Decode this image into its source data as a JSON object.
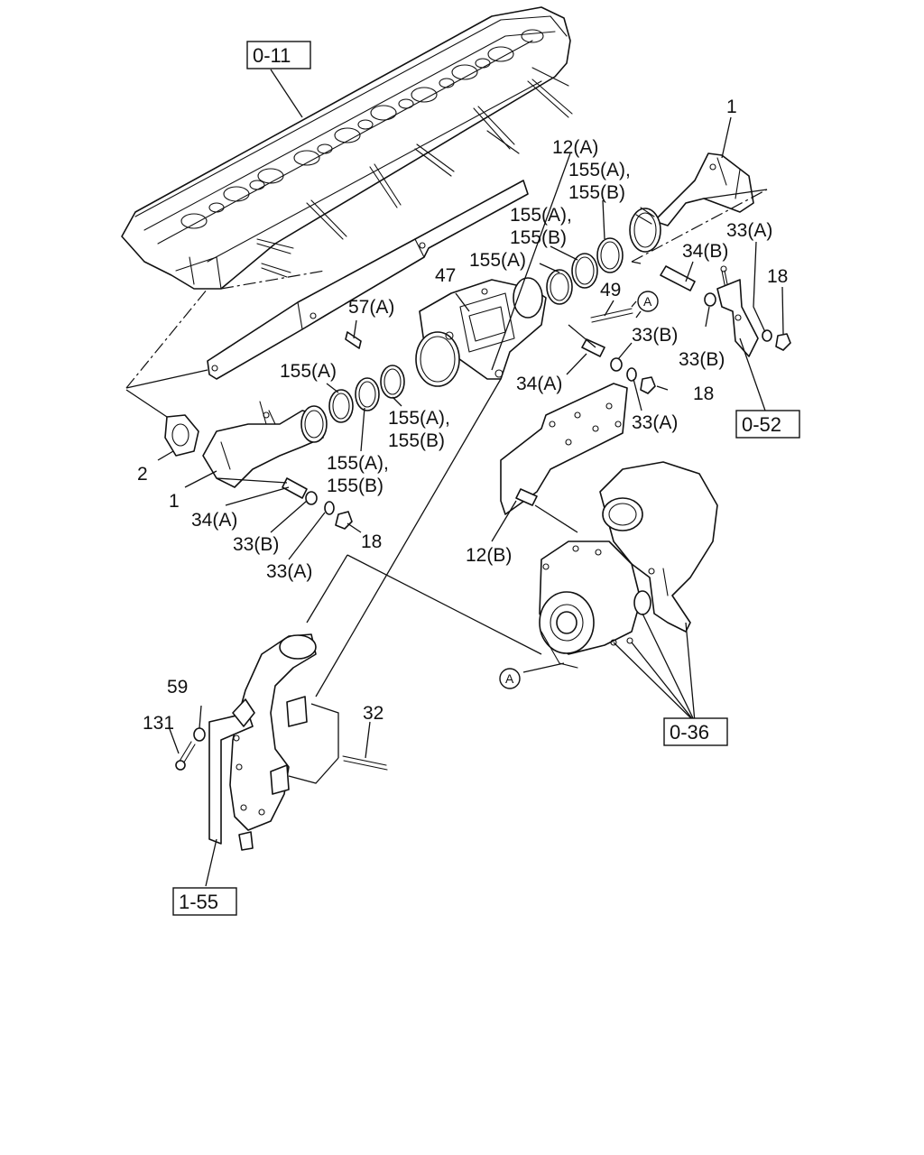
{
  "refs": {
    "r011": "0-11",
    "r052": "0-52",
    "r036": "0-36",
    "r155": "1-55"
  },
  "labels": {
    "l1_top": "1",
    "l12a": "12(A)",
    "l155a_1": "155(A),",
    "l155b_1": "155(B)",
    "l155a_2": "155(A),",
    "l155b_2": "155(B)",
    "l155a_3": "155(A)",
    "l33a_top": "33(A)",
    "l34b": "34(B)",
    "l18_top": "18",
    "l47": "47",
    "l57a": "57(A)",
    "l49": "49",
    "l33b_mid": "33(B)",
    "l33b_right": "33(B)",
    "l155a_left": "155(A)",
    "l155a_mid": "155(A),",
    "l155b_mid": "155(B)",
    "l155a_lower": "155(A),",
    "l155b_lower": "155(B)",
    "l34a_mid": "34(A)",
    "l18_mid": "18",
    "l33a_mid": "33(A)",
    "l2": "2",
    "l1_left": "1",
    "l34a_left": "34(A)",
    "l33b_left": "33(B)",
    "l18_left": "18",
    "l33a_left": "33(A)",
    "l12b": "12(B)",
    "l59": "59",
    "l131": "131",
    "l32": "32"
  },
  "callouts": {
    "a_top": "A",
    "a_bottom": "A"
  }
}
